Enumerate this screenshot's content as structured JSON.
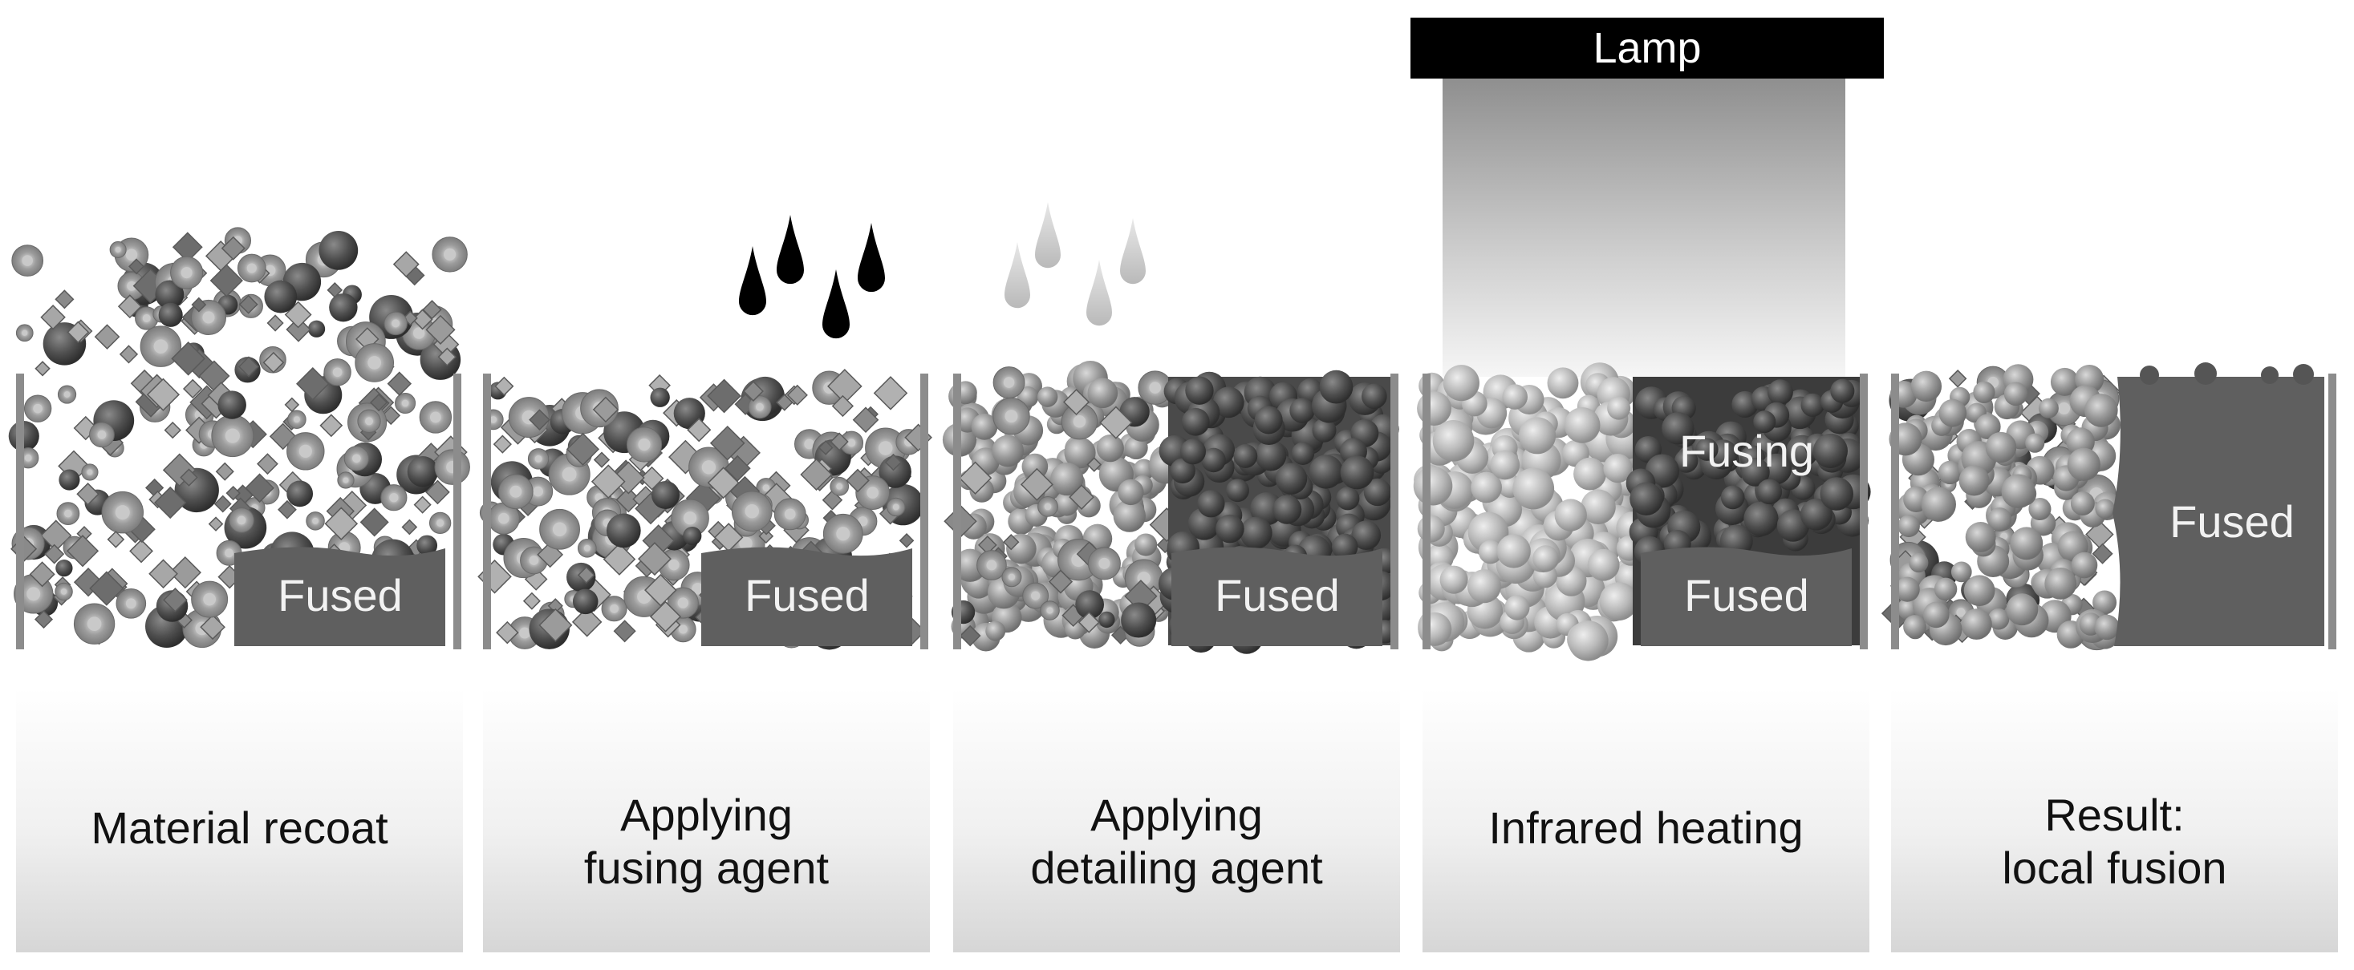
{
  "lamp": {
    "label": "Lamp"
  },
  "stages": [
    {
      "id": "recoat",
      "caption": [
        "Material recoat"
      ],
      "fused_label": "Fused"
    },
    {
      "id": "fusing-agent",
      "caption": [
        "Applying",
        "fusing agent"
      ],
      "fused_label": "Fused"
    },
    {
      "id": "detailing-agent",
      "caption": [
        "Applying",
        "detailing agent"
      ],
      "fused_label": "Fused"
    },
    {
      "id": "infrared",
      "caption": [
        "Infrared heating"
      ],
      "fused_label": "Fused",
      "fusing_label": "Fusing"
    },
    {
      "id": "result",
      "caption": [
        "Result:",
        "local fusion"
      ],
      "fused_label": "Fused"
    }
  ],
  "colors": {
    "wall": "#8c8c8c",
    "fused_block": "#5f5f5f",
    "fusing_agent_drop": "#000000",
    "detailing_agent_drop": "#c8c8c8",
    "caption_bg": "#e9e9e9"
  }
}
